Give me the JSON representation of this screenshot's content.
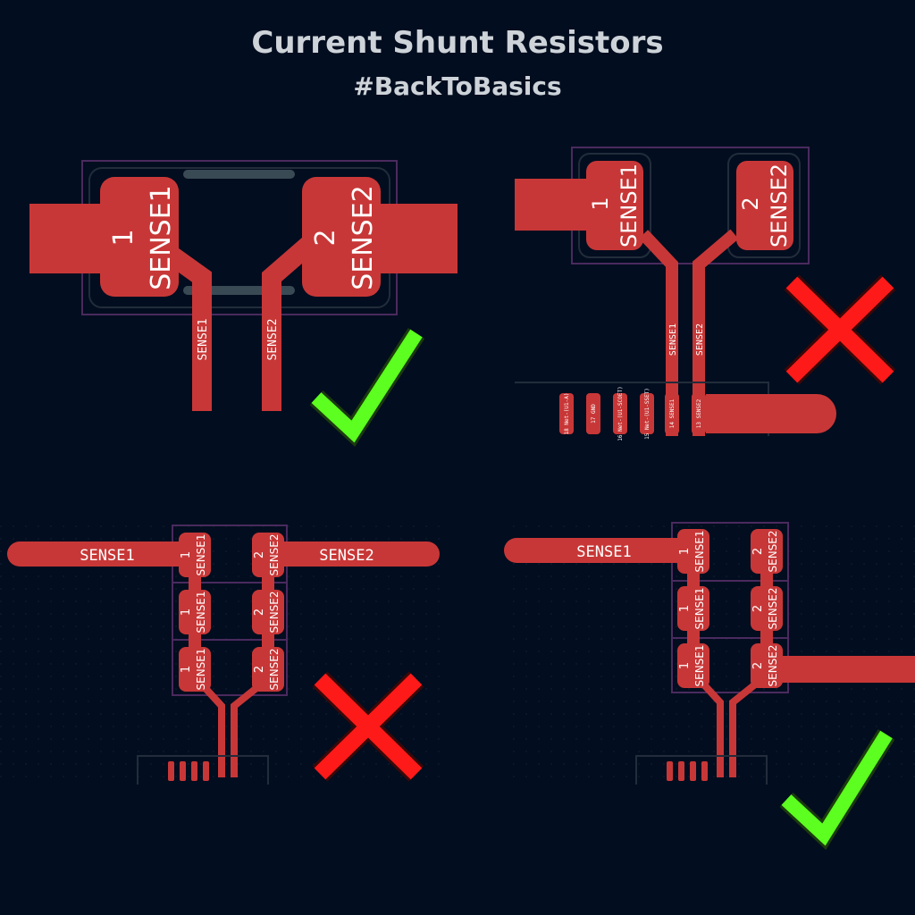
{
  "header": {
    "title": "Current Shunt Resistors",
    "subtitle": "#BackToBasics"
  },
  "panels": {
    "top_left": {
      "pad1_number": "1",
      "pad1_net": "SENSE1",
      "pad2_number": "2",
      "pad2_net": "SENSE2",
      "trace1_label": "SENSE1",
      "trace2_label": "SENSE2",
      "verdict": "check"
    },
    "top_right": {
      "pad1_number": "1",
      "pad1_net": "SENSE1",
      "pad2_number": "2",
      "pad2_net": "SENSE2",
      "trace1_label": "SENSE1",
      "trace2_label": "SENSE2",
      "connector_pins": [
        "18 Net-(U1-A)",
        "17 GND",
        "16 Net-(U1-SCOET)",
        "15 Net-(U1-SSET)",
        "14 SENSE1",
        "13 SENSE2"
      ],
      "verdict": "cross"
    },
    "bottom_left": {
      "bus1_label": "SENSE1",
      "bus2_label": "SENSE2",
      "pad1_number": "1",
      "pad1_net": "SENSE1",
      "pad2_number": "2",
      "pad2_net": "SENSE2",
      "verdict": "cross"
    },
    "bottom_right": {
      "bus1_label": "SENSE1",
      "pad1_number": "1",
      "pad1_net": "SENSE1",
      "pad2_number": "2",
      "pad2_net": "SENSE2",
      "verdict": "check"
    }
  },
  "colors": {
    "background": "#020d1f",
    "copper": "#c83737",
    "outline": "#4a2a5e",
    "check": "#5cff1f",
    "cross": "#ff1a1a"
  }
}
